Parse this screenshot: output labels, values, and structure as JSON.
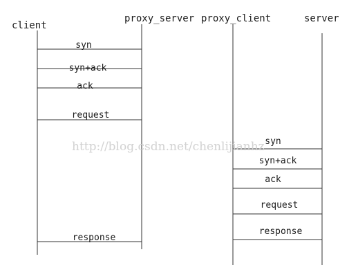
{
  "participants": {
    "client": "client",
    "proxy_server": "proxy_server",
    "proxy_client": "proxy_client",
    "server": "server"
  },
  "left_messages": [
    "syn",
    "syn+ack",
    "ack",
    "request",
    "response"
  ],
  "right_messages": [
    "syn",
    "syn+ack",
    "ack",
    "request",
    "response"
  ],
  "watermark": "http://blog.csdn.net/chenlijianhz",
  "colors": {
    "line": "#333333",
    "text": "#1a1a1a",
    "watermark": "#d2d2d2"
  }
}
